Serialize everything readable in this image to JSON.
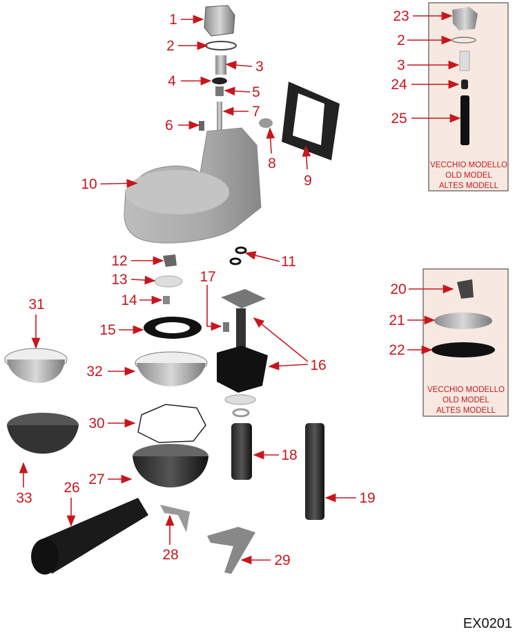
{
  "diagram": {
    "code": "EX0201",
    "colors": {
      "label": "#c8161d",
      "inset_background": "#f7e9e2"
    },
    "labels": [
      "1",
      "2",
      "3",
      "4",
      "5",
      "6",
      "7",
      "8",
      "9",
      "10",
      "11",
      "12",
      "13",
      "14",
      "15",
      "16",
      "17",
      "18",
      "19",
      "20",
      "21",
      "22",
      "23",
      "24",
      "25",
      "26",
      "27",
      "28",
      "29",
      "30",
      "31",
      "32",
      "33"
    ],
    "inset_top": {
      "labels": [
        "23",
        "2",
        "3",
        "24",
        "25"
      ],
      "note": [
        "VECCHIO MODELLO",
        "OLD MODEL",
        "ALTES MODELL"
      ]
    },
    "inset_bottom": {
      "labels": [
        "20",
        "21",
        "22"
      ],
      "note": [
        "VECCHIO MODELLO",
        "OLD MODEL",
        "ALTES MODELL"
      ]
    }
  }
}
